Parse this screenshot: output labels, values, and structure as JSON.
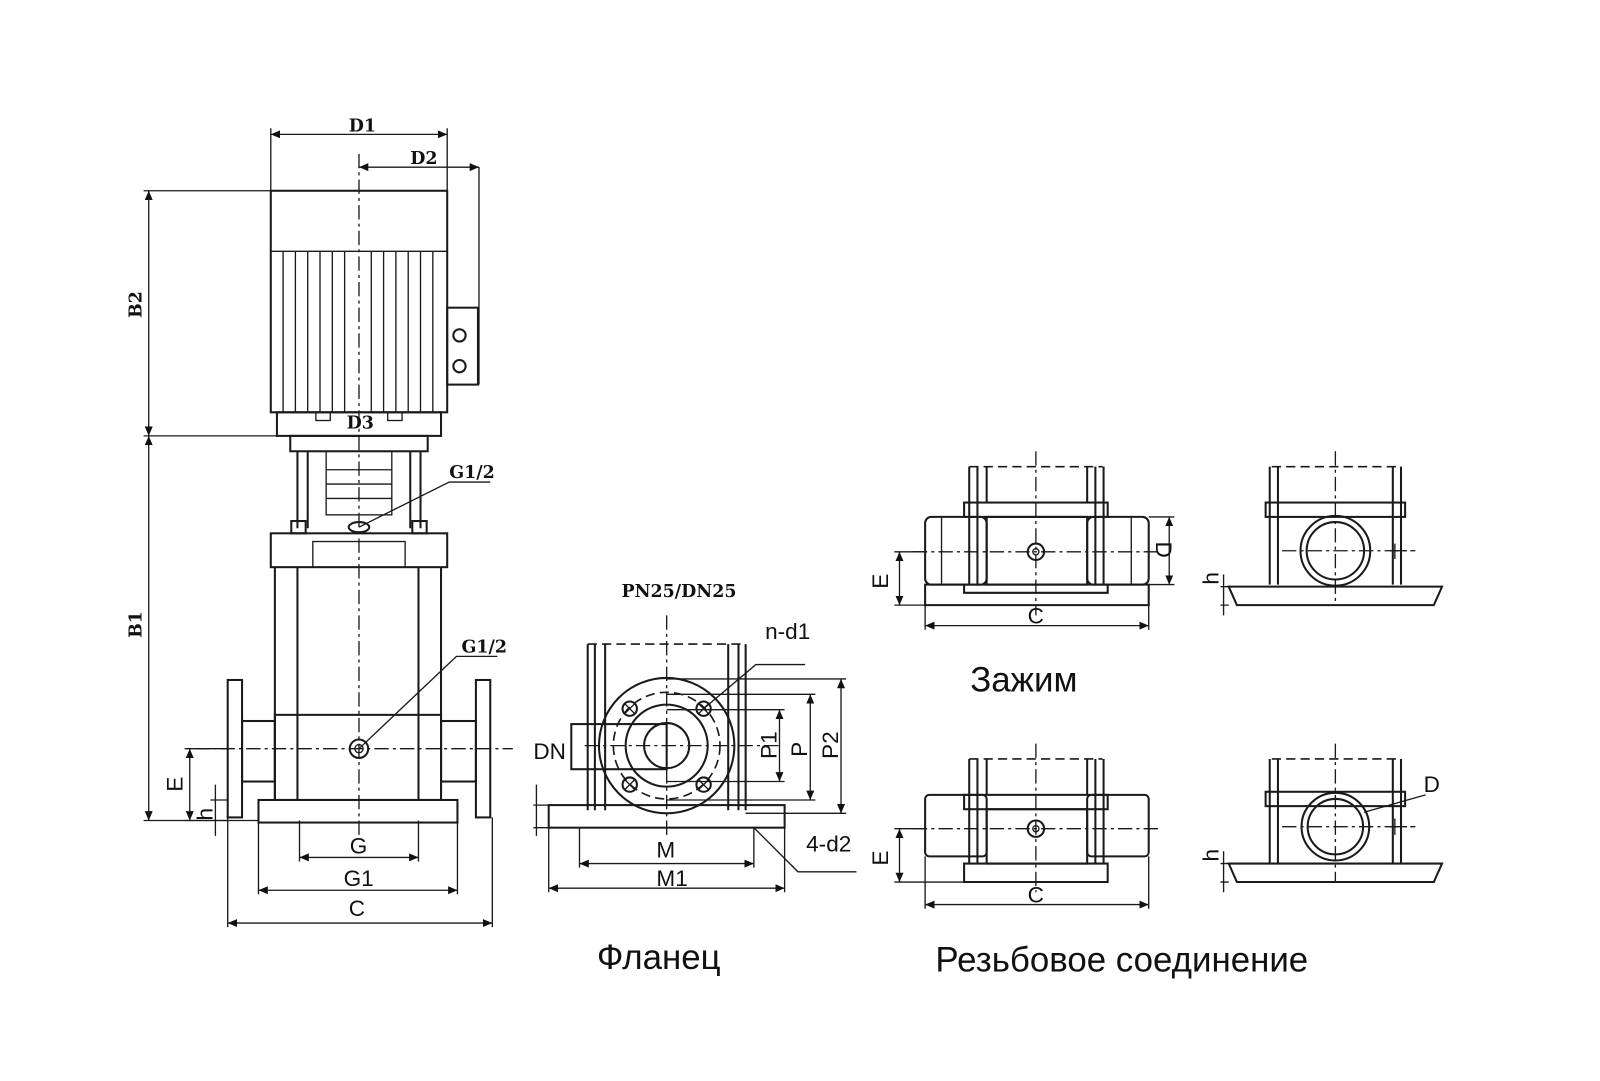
{
  "captions": {
    "flange": "Фланец",
    "clamp": "Зажим",
    "threaded": "Резьбовое соединение"
  },
  "pump": {
    "D1": "D1",
    "D2": "D2",
    "D3": "D3",
    "B1": "B1",
    "B2": "B2",
    "port_top": "G1/2",
    "port_bottom": "G1/2",
    "E": "E",
    "h": "h",
    "G": "G",
    "G1": "G1",
    "C": "C"
  },
  "flange_view": {
    "rating": "PN25/DN25",
    "n_d1": "n-d1",
    "DN": "DN",
    "P1": "P1",
    "P": "P",
    "P2": "P2",
    "M": "M",
    "M1": "M1",
    "d2": "4-d2"
  },
  "clamp_view": {
    "E": "E",
    "D": "D",
    "C": "C",
    "h": "h"
  },
  "threaded_view": {
    "E": "E",
    "C": "C",
    "h": "h",
    "D": "D"
  }
}
